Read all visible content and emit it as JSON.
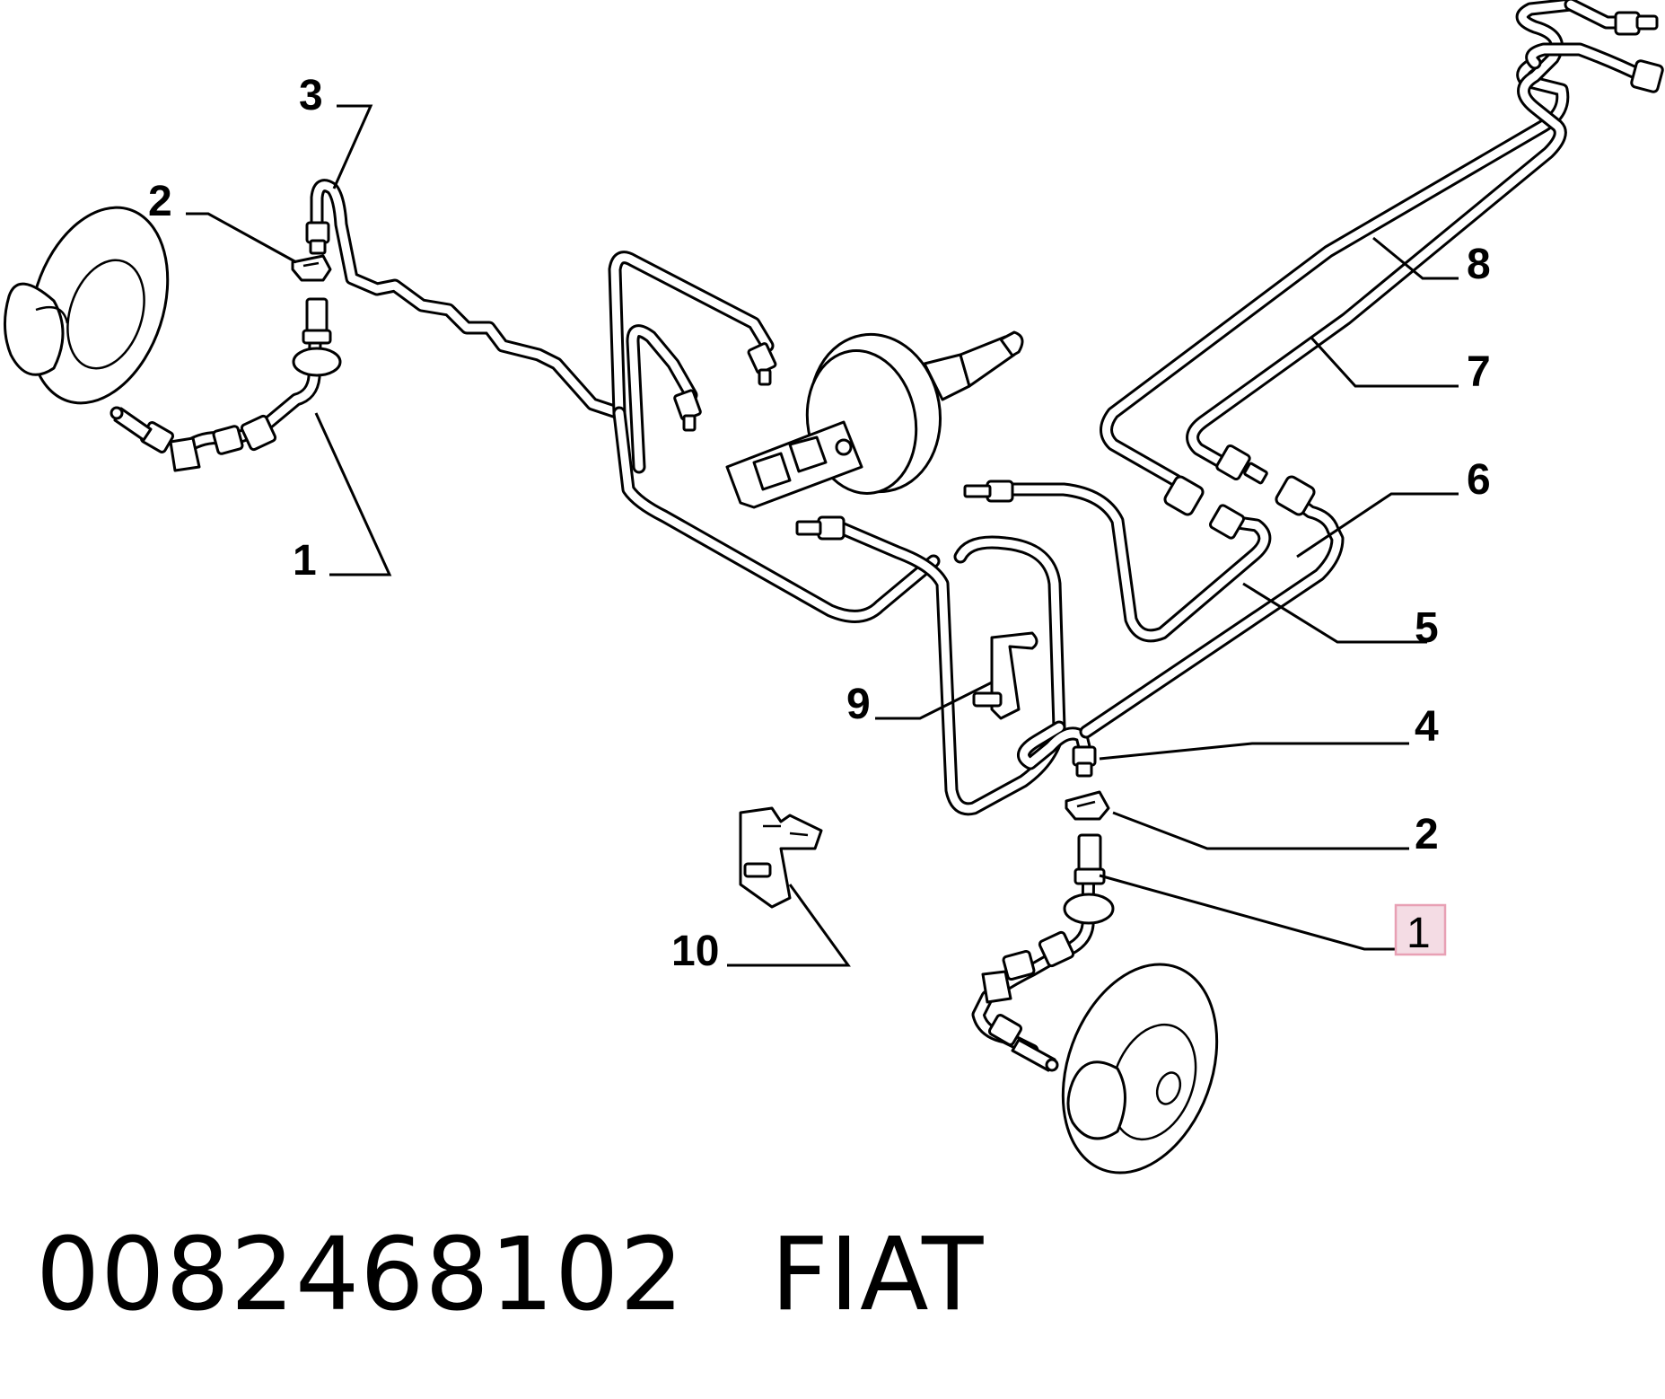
{
  "callouts": [
    {
      "id": "c3-top-left",
      "label": "3"
    },
    {
      "id": "c2-top-left",
      "label": "2"
    },
    {
      "id": "c1-left",
      "label": "1"
    },
    {
      "id": "c8",
      "label": "8"
    },
    {
      "id": "c7",
      "label": "7"
    },
    {
      "id": "c6",
      "label": "6"
    },
    {
      "id": "c5",
      "label": "5"
    },
    {
      "id": "c9",
      "label": "9"
    },
    {
      "id": "c4",
      "label": "4"
    },
    {
      "id": "c2-right",
      "label": "2"
    },
    {
      "id": "c1-right-highlighted",
      "label": "1"
    },
    {
      "id": "c10",
      "label": "10"
    }
  ],
  "highlight_color": "#e8a0b4",
  "caption": {
    "part_number": "0082468102",
    "brand": "FIAT"
  }
}
